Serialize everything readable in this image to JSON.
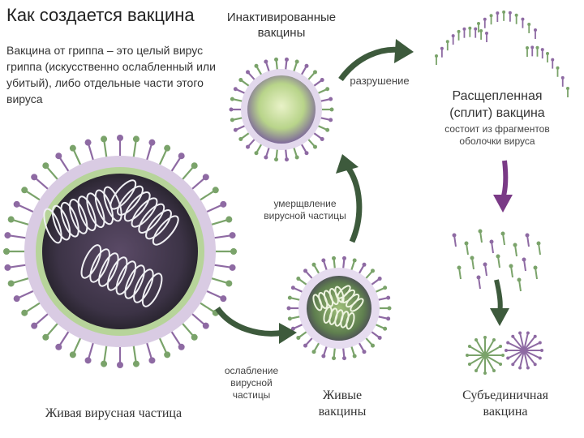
{
  "title": "Как создается вакцина",
  "intro": "Вакцина от гриппа – это целый вирус гриппа (искусственно ослабленный или убитый), либо отдельные части этого вируса",
  "labels": {
    "inactivated": [
      "Инактивированные",
      "вакцины"
    ],
    "destruction": "разрушение",
    "split": [
      "Расщепленная",
      "(сплит) вакцина"
    ],
    "split_desc": [
      "состоит из фрагментов",
      "оболочки вируса"
    ],
    "killing": [
      "умерщвление",
      "вирусной частицы"
    ],
    "weakening": [
      "ослабление",
      "вирусной",
      "частицы"
    ],
    "live": [
      "Живые",
      "вакцины"
    ],
    "subunit": [
      "Субъединичная",
      "вакцина"
    ],
    "live_particle": "Живая вирусная частица"
  },
  "colors": {
    "arrow_green": "#3d5a3c",
    "arrow_purple": "#7a3a86",
    "core_dark": "#3c3346",
    "spike_purple": "#8e6aa3",
    "spike_green": "#7aa36a",
    "shell_lilac": "#c9b3d8"
  }
}
